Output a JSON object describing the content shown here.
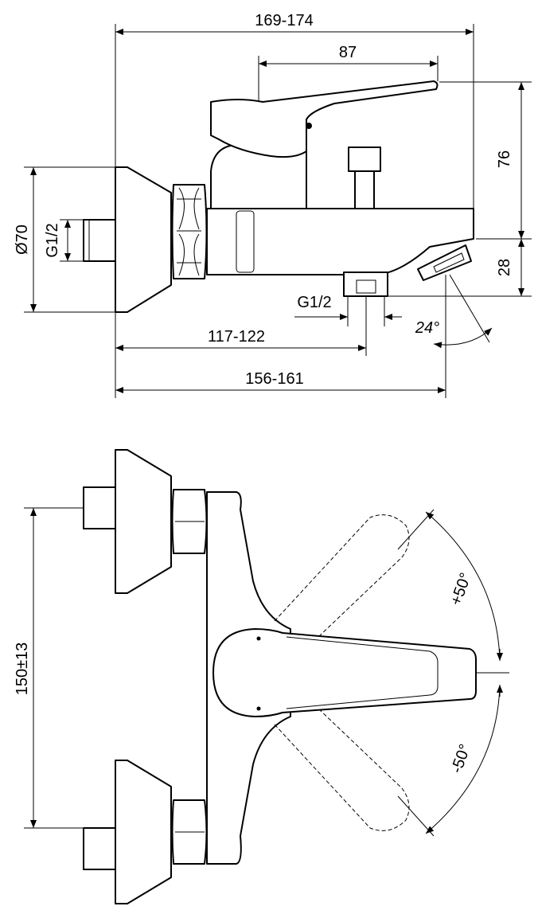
{
  "side_view": {
    "overall_length": "169-174",
    "lever_length": "87",
    "lever_height": "76",
    "spout_height": "28",
    "flange_diameter": "Ø70",
    "inlet_thread": "G1/2",
    "outlet_thread": "G1/2",
    "spout_angle": "24°",
    "outlet_distance": "117-122",
    "spout_distance": "156-161"
  },
  "top_view": {
    "inlet_spacing": "150±13",
    "rotation_plus": "+50°",
    "rotation_minus": "-50°"
  }
}
